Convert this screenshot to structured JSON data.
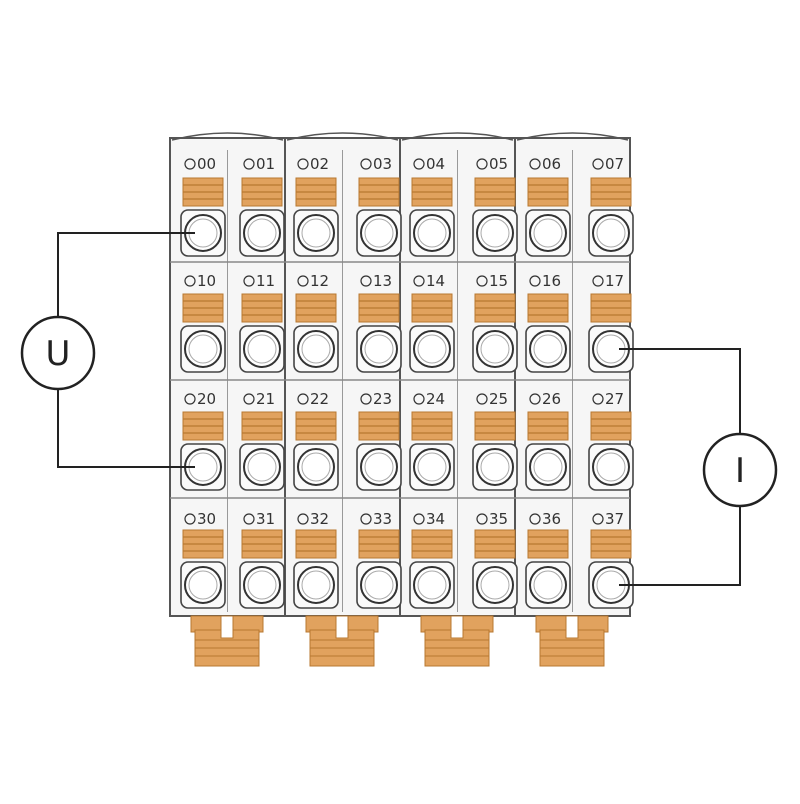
{
  "rows": [
    [
      "00",
      "01",
      "02",
      "03",
      "04",
      "05",
      "06",
      "07"
    ],
    [
      "10",
      "11",
      "12",
      "13",
      "14",
      "15",
      "16",
      "17"
    ],
    [
      "20",
      "21",
      "22",
      "23",
      "24",
      "25",
      "26",
      "27"
    ],
    [
      "30",
      "31",
      "32",
      "33",
      "34",
      "35",
      "36",
      "37"
    ]
  ],
  "voltage_meter": {
    "label": "U",
    "connects": [
      "00",
      "20"
    ]
  },
  "current_meter": {
    "label": "I",
    "connects": [
      "17",
      "37"
    ]
  },
  "colors": {
    "orange": "#e1a25e",
    "orange_dark": "#b87830",
    "outline": "#555555",
    "housing": "#f6f6f6",
    "wire": "#222222"
  },
  "icons": {
    "terminal_prefix": "circle-icon"
  }
}
